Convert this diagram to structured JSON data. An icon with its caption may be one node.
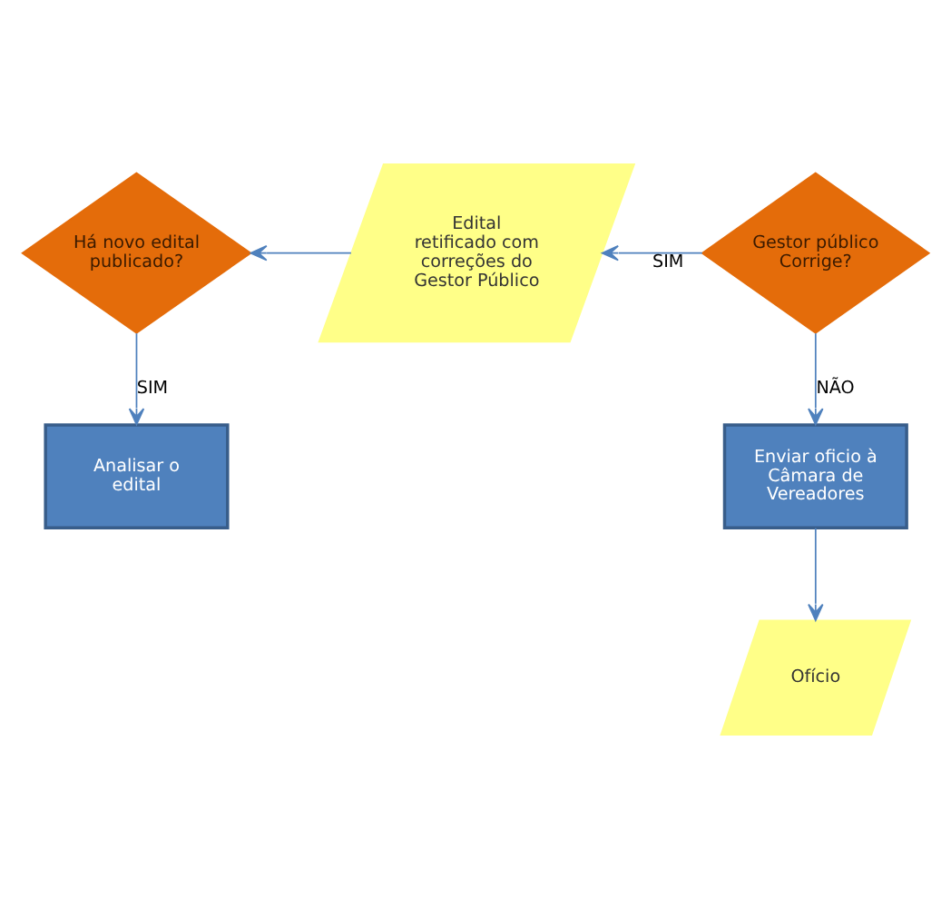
{
  "diagram": {
    "nodes": [
      {
        "text": [
          "Analisar o edital"
        ]
      },
      {
        "text": [
          "Há novo edital publicado?"
        ]
      },
      {
        "text": [
          "Edital retificado com correções do Gestor Público"
        ]
      },
      {
        "text": [
          "Gestor público Corrige?"
        ]
      },
      {
        "text": [
          "Enviar oficio à Câmara de Vereadores"
        ]
      },
      {
        "text": [
          "Ofício"
        ]
      }
    ],
    "edges": [
      {
        "from": 3,
        "to": 2,
        "arrow": "to",
        "label": "SIM"
      },
      {
        "from": 2,
        "to": 1,
        "arrow": "to"
      },
      {
        "from": 1,
        "to": 0,
        "arrow": "to",
        "label": "SIM"
      },
      {
        "from": 3,
        "to": 4,
        "arrow": "to",
        "label": "NÃO"
      },
      {
        "from": 4,
        "to": 5,
        "arrow": "to"
      }
    ]
  }
}
